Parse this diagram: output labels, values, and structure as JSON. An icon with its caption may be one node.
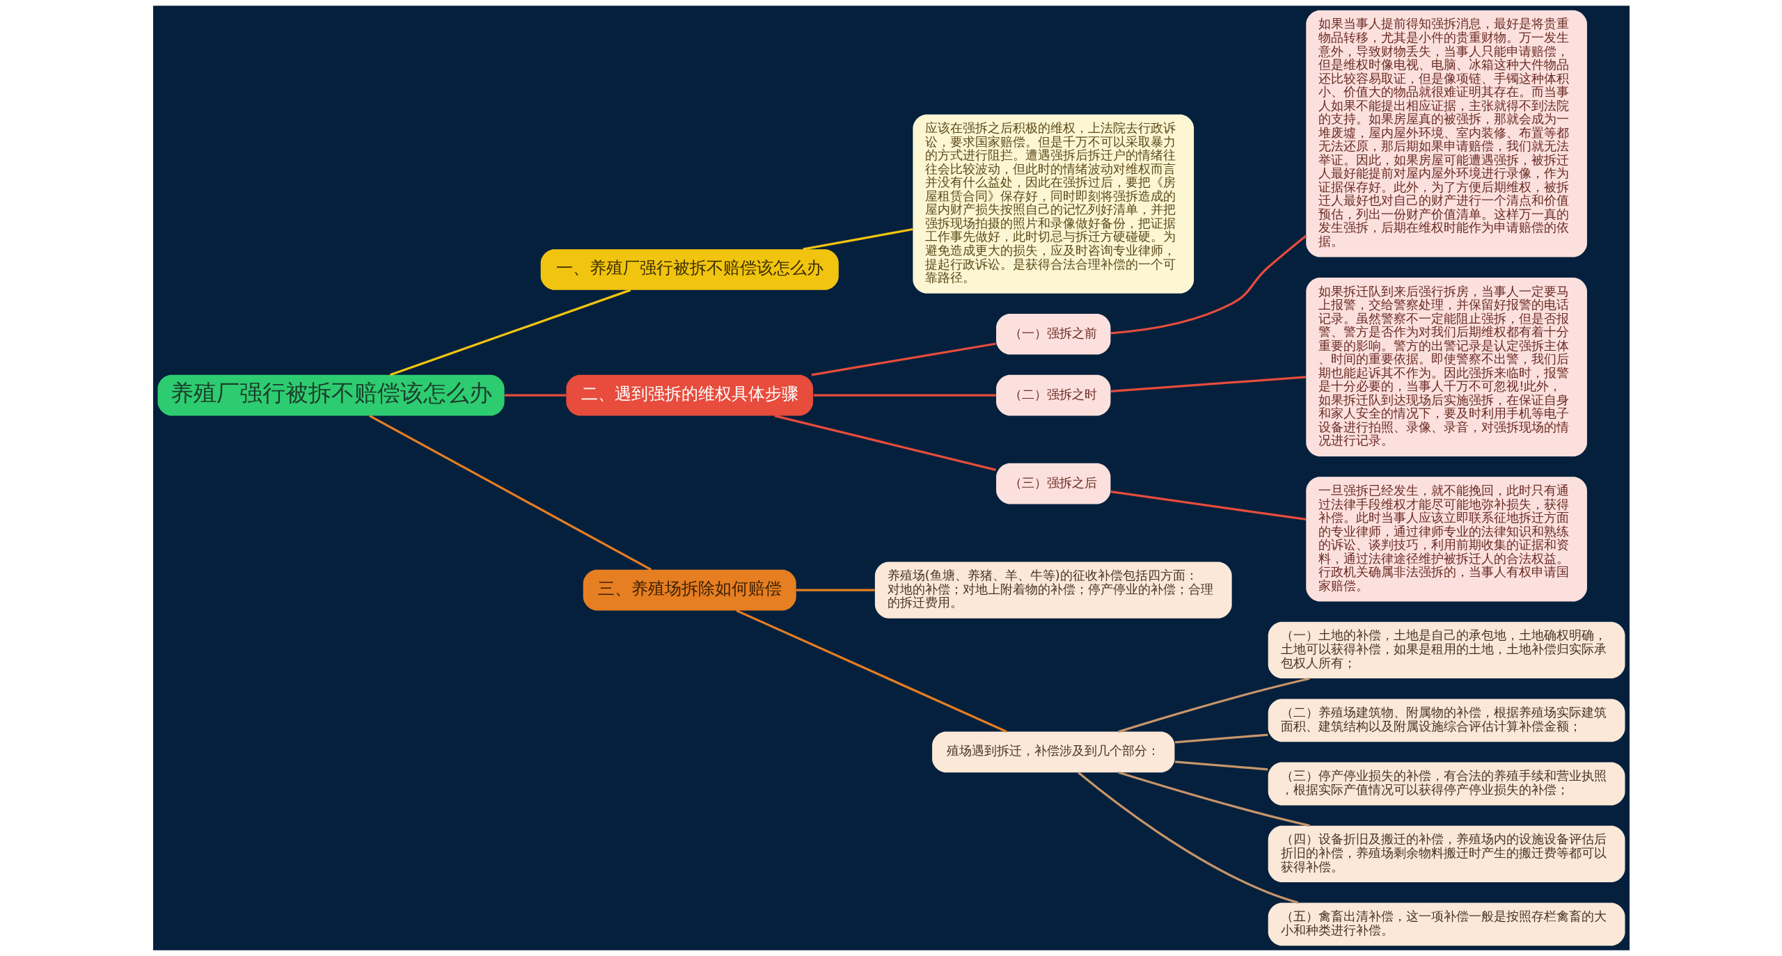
{
  "diagram": {
    "nodes": [
      {
        "text": [
          "养殖厂强行被拆不赔偿该怎么办"
        ]
      },
      {
        "text": [
          "一、养殖厂强行被拆不赔偿该怎么办"
        ]
      },
      {
        "text": [
          "应该在强拆之后积极的维权，上法院去行政诉讼，要求国家赔偿。但是千万不可以采取暴力的方式进行阻拦。遭遇强拆后拆迁户的情绪往往会比较波动，但此时的情绪波动对维权而言并没有什么益处，因此在强拆过后，要把《房屋租赁合同》保存好，同时即刻将强拆造成的屋内财产损失按照自己的记忆列好清单，并把强拆现场拍摄的照片和录像做好备份，把证据工作事先做好，此时切忌与拆迁方硬碰硬。为避免造成更大的损失，应及时咨询专业律师，提起行政诉讼。是获得合法合理补偿的一个可靠路径。"
        ]
      },
      {
        "text": [
          "二、遇到强拆的维权具体步骤"
        ]
      },
      {
        "text": [
          "（一）强拆之前"
        ]
      },
      {
        "text": [
          "如果当事人提前得知强拆消息，最好是将贵重物品转移，尤其是小件的贵重财物。万一发生意外，导致财物丢失，当事人只能申请赔偿，但是维权时像电视、电脑、冰箱这种大件物品还比较容易取证，但是像项链、手镯这种体积小、价值大的物品就很难证明其存在。而当事人如果不能提出相应证据，主张就得不到法院的支持。如果房屋真的被强拆，那就会成为一堆废墟，屋内屋外环境、室内装修、布置等都无法还原，那后期如果申请赔偿，我们就无法举证。因此，如果房屋可能遭遇强拆，被拆迁人最好能提前对屋内屋外环境进行录像，作为证据保存好。此外，为了方便后期维权，被拆迁人最好也对自己的财产进行一个清点和价值预估，列出一份财产价值清单。这样万一真的发生强拆，后期在维权时能作为申请赔偿的依据。"
        ]
      },
      {
        "text": [
          "（二）强拆之时"
        ]
      },
      {
        "text": [
          "如果拆迁队到来后强行拆房，当事人一定要马上报警，交给警察处理，并保留好报警的电话记录。虽然警察不一定能阻止强拆，但是否报警、警方是否作为对我们后期维权都有着十分重要的影响。警方的出警记录是认定强拆主体、时间的重要依据。即使警察不出警，我们后期也能起诉其不作为。因此强拆来临时，报警是十分必要的，当事人千万不可忽视!此外，如果拆迁队到达现场后实施强拆，在保证自身和家人安全的情况下，要及时利用手机等电子设备进行拍照、录像、录音，对强拆现场的情况进行记录。"
        ]
      },
      {
        "text": [
          "（三）强拆之后"
        ]
      },
      {
        "text": [
          "一旦强拆已经发生，就不能挽回，此时只有通过法律手段维权才能尽可能地弥补损失，获得补偿。此时当事人应该立即联系征地拆迁方面的专业律师，通过律师专业的法律知识和熟练的诉讼、谈判技巧，利用前期收集的证据和资料，通过法律途径维护被拆迁人的合法权益。行政机关确属非法强拆的，当事人有权申请国家赔偿。"
        ]
      },
      {
        "text": [
          "三、养殖场拆除如何赔偿"
        ]
      },
      {
        "text": [
          "养殖场(鱼塘、养猪、羊、牛等)的征收补偿包括四方面：对地的补偿；对地上附着物的补偿；停产停业的补偿；合理的拆迁费用。"
        ]
      },
      {
        "text": [
          "殖场遇到拆迁，补偿涉及到几个部分："
        ]
      },
      {
        "text": [
          "（一）土地的补偿，土地是自己的承包地，土地确权明确，土地可以获得补偿，如果是租用的土地，土地补偿归实际承包权人所有；"
        ]
      },
      {
        "text": [
          "（二）养殖场建筑物、附属物的补偿，根据养殖场实际建筑面积、建筑结构以及附属设施综合评估计算补偿金额；"
        ]
      },
      {
        "text": [
          "（三）停产停业损失的补偿，有合法的养殖手续和营业执照，根据实际产值情况可以获得停产停业损失的补偿；"
        ]
      },
      {
        "text": [
          "（四）设备折旧及搬迁的补偿，养殖场内的设施设备评估后折旧的补偿，养殖场剩余物料搬迁时产生的搬迁费等都可以获得补偿。"
        ]
      },
      {
        "text": [
          "（五）禽畜出清补偿，这一项补偿一般是按照存栏禽畜的大小和种类进行补偿。"
        ]
      }
    ],
    "edges": [
      {
        "from": 0,
        "to": 1,
        "arrow": "none",
        "color": "#f1c40f"
      },
      {
        "from": 1,
        "to": 2,
        "arrow": "none",
        "color": "#f1c40f"
      },
      {
        "from": 0,
        "to": 3,
        "arrow": "none",
        "color": "#e74c3c"
      },
      {
        "from": 3,
        "to": 4,
        "arrow": "none",
        "color": "#e74c3c"
      },
      {
        "from": 4,
        "to": 5,
        "arrow": "none",
        "color": "#e74c3c"
      },
      {
        "from": 3,
        "to": 6,
        "arrow": "none",
        "color": "#e74c3c"
      },
      {
        "from": 6,
        "to": 7,
        "arrow": "none",
        "color": "#e74c3c"
      },
      {
        "from": 3,
        "to": 8,
        "arrow": "none",
        "color": "#e74c3c"
      },
      {
        "from": 8,
        "to": 9,
        "arrow": "none",
        "color": "#e74c3c"
      },
      {
        "from": 0,
        "to": 10,
        "arrow": "none",
        "color": "#e67e22"
      },
      {
        "from": 10,
        "to": 11,
        "arrow": "none",
        "color": "#e67e22"
      },
      {
        "from": 10,
        "to": 12,
        "arrow": "none",
        "color": "#e67e22"
      },
      {
        "from": 12,
        "to": 13,
        "arrow": "none",
        "color": "#c8956a"
      },
      {
        "from": 12,
        "to": 14,
        "arrow": "none",
        "color": "#c8956a"
      },
      {
        "from": 12,
        "to": 15,
        "arrow": "none",
        "color": "#c8956a"
      },
      {
        "from": 12,
        "to": 16,
        "arrow": "none",
        "color": "#c8956a"
      },
      {
        "from": 12,
        "to": 17,
        "arrow": "none",
        "color": "#c8956a"
      }
    ]
  }
}
